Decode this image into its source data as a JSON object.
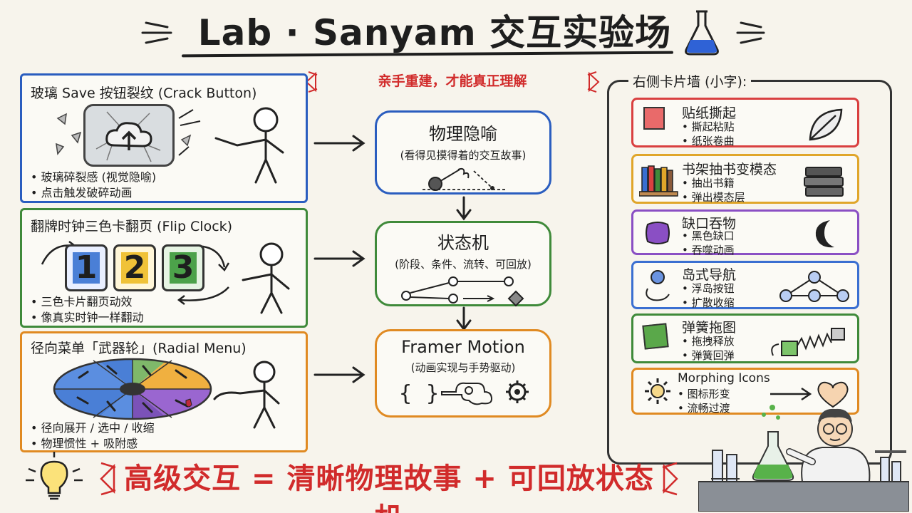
{
  "header": {
    "title": "Lab · Sanyam 交互实验场"
  },
  "slogan": "亲手重建，才能真正理解",
  "left_cards": [
    {
      "title": "玻璃 Save 按钮裂纹 (Crack Button)",
      "bullets": [
        "玻璃碎裂感 (视觉隐喻)",
        "点击触发破碎动画"
      ],
      "color": "#2a5dbf"
    },
    {
      "title": "翻牌时钟三色卡翻页 (Flip Clock)",
      "digits": [
        "1",
        "2",
        "3"
      ],
      "bullets": [
        "三色卡片翻页动效",
        "像真实时钟一样翻动"
      ],
      "color": "#3f8a3a"
    },
    {
      "title": "径向菜单「武器轮」(Radial Menu)",
      "bullets": [
        "径向展开 / 选中 / 收缩",
        "物理惯性 + 吸附感"
      ],
      "color": "#e08a22"
    }
  ],
  "center_boxes": [
    {
      "title": "物理隐喻",
      "subtitle": "(看得见摸得着的交互故事)",
      "color": "#2a5dbf"
    },
    {
      "title": "状态机",
      "subtitle": "(阶段、条件、流转、可回放)",
      "color": "#3f8a3a"
    },
    {
      "title": "Framer Motion",
      "subtitle": "(动画实现与手势驱动)",
      "color": "#e08a22"
    }
  ],
  "right_panel": {
    "title": "右侧卡片墙 (小字):",
    "cards": [
      {
        "title": "贴纸撕起",
        "bullets": [
          "撕起粘贴",
          "纸张卷曲"
        ],
        "color": "#d94040",
        "icon": "sticker-icon"
      },
      {
        "title": "书架抽书变模态",
        "bullets": [
          "抽出书籍",
          "弹出模态层"
        ],
        "color": "#e0a62a",
        "icon": "bookshelf-icon"
      },
      {
        "title": "缺口吞物",
        "bullets": [
          "黑色缺口",
          "吞噬动画"
        ],
        "color": "#8a4fc4",
        "icon": "moon-icon"
      },
      {
        "title": "岛式导航",
        "bullets": [
          "浮岛按钮",
          "扩散收缩"
        ],
        "color": "#3a6fd1",
        "icon": "node-network-icon"
      },
      {
        "title": "弹簧拖图",
        "bullets": [
          "拖拽释放",
          "弹簧回弹"
        ],
        "color": "#3f8a3a",
        "icon": "spring-icon"
      },
      {
        "title": "Morphing Icons",
        "bullets": [
          "图标形变",
          "流畅过渡"
        ],
        "color": "#e08a22",
        "icon": "heart-icon"
      }
    ]
  },
  "bottom": {
    "slogan": "高级交互 = 清晰物理故事 + 可回放状态机"
  }
}
